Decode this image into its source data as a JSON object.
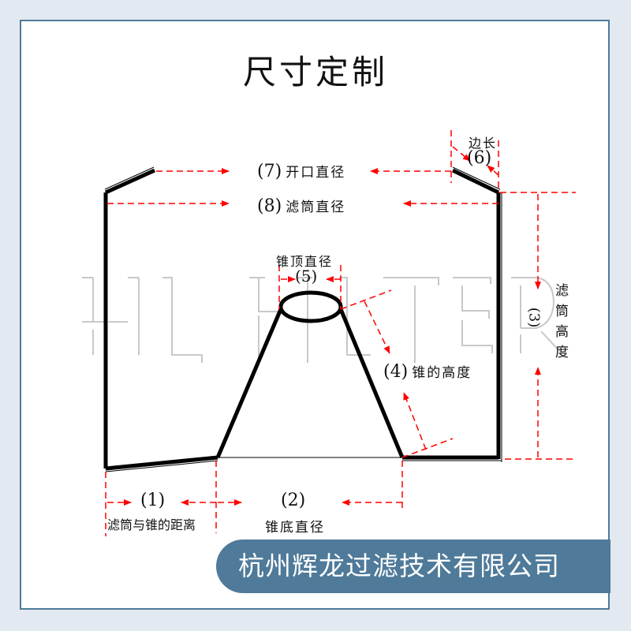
{
  "title": "尺寸定制",
  "watermark": "HL FILTER",
  "labels": {
    "l7_num": "(7)",
    "l7_text": "开口直径",
    "l8_num": "(8)",
    "l8_text": "滤筒直径",
    "l6_text": "边长",
    "l6_num": "(6)",
    "l5_text": "锥顶直径",
    "l5_num": "(5)",
    "l4_num": "(4)",
    "l4_text": "锥的高度",
    "l3_num": "(3)",
    "l3_text": "滤筒高度",
    "l1_num": "(1)",
    "l1_text": "滤筒与锥的距离",
    "l2_num": "(2)",
    "l2_text": "锥底直径"
  },
  "banner": {
    "company": "杭州辉龙过滤技术有限公司"
  },
  "colors": {
    "background": "#e3e9f0",
    "frame": "#4f7a9a",
    "banner": "#4f7a9a",
    "dimension": "#ff0000",
    "outline": "#000000",
    "watermark": "#c8c8c8"
  }
}
